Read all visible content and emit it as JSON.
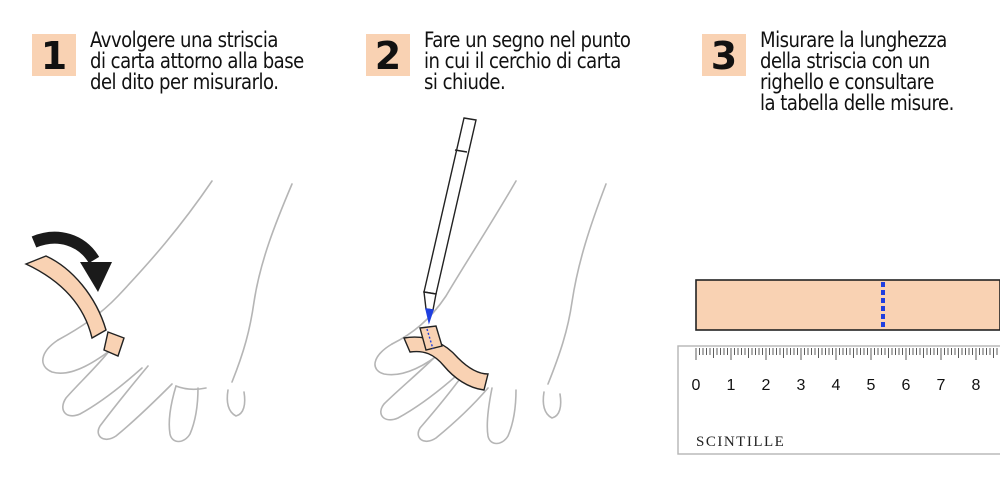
{
  "steps": [
    {
      "number": "1",
      "lines": [
        "Avvolgere una striscia",
        "di carta attorno alla base",
        "del dito per misurarlo."
      ]
    },
    {
      "number": "2",
      "lines": [
        "Fare un segno nel punto",
        "in cui il cerchio di carta",
        "si chiude."
      ]
    },
    {
      "number": "3",
      "lines": [
        "Misurare la lunghezza",
        "della striscia con un",
        "righello e consultare",
        "la tabella delle misure."
      ]
    }
  ],
  "ruler": {
    "numbers": [
      "0",
      "1",
      "2",
      "3",
      "4",
      "5",
      "6",
      "7",
      "8"
    ],
    "brand": "SCINTILLE"
  },
  "colors": {
    "paper_strip": "#f9d2b3",
    "mark": "#1f3fe0",
    "outline": "#222222",
    "hand_outline": "#b5b5b5"
  },
  "icons": {
    "step1_arrow": "curved-arrow-icon",
    "step2_tool": "pen-icon"
  }
}
